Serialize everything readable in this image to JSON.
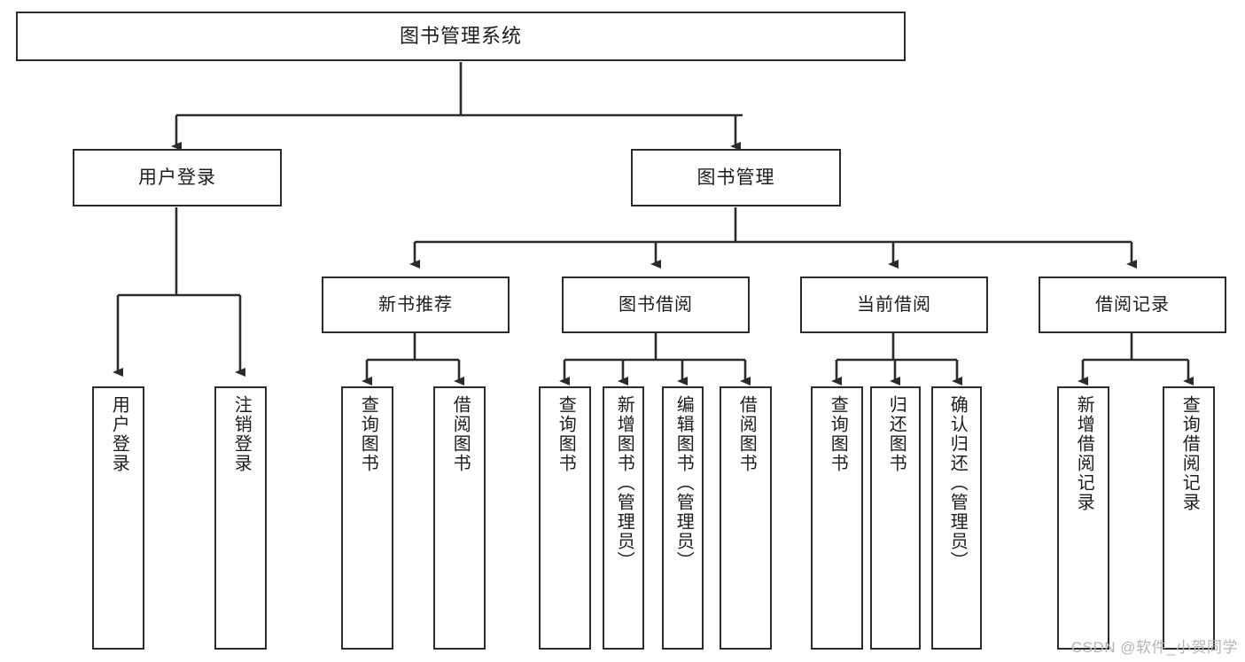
{
  "diagram": {
    "title": "图书管理系统",
    "type": "hierarchy-tree",
    "watermark": "CSDN @软件_小贺同学",
    "colors": {
      "border": "#2b2b2b",
      "background": "#ffffff",
      "text": "#1c1c1c",
      "connector": "#2b2b2b",
      "watermark": "#b4b4b4"
    }
  },
  "nodes": {
    "root": {
      "label": "图书管理系统"
    },
    "level1": [
      {
        "label": "用户登录"
      },
      {
        "label": "图书管理"
      }
    ],
    "level2": [
      {
        "label": "新书推荐"
      },
      {
        "label": "图书借阅"
      },
      {
        "label": "当前借阅"
      },
      {
        "label": "借阅记录"
      }
    ],
    "leaves": {
      "user_login": [
        {
          "label": "用户登录"
        },
        {
          "label": "注销登录"
        }
      ],
      "new_book_recommend": [
        {
          "label": "查询图书"
        },
        {
          "label": "借阅图书"
        }
      ],
      "book_borrow": [
        {
          "label": "查询图书"
        },
        {
          "label": "新增图书（管理员）"
        },
        {
          "label": "编辑图书（管理员）"
        },
        {
          "label": "借阅图书"
        }
      ],
      "current_borrow": [
        {
          "label": "查询图书"
        },
        {
          "label": "归还图书"
        },
        {
          "label": "确认归还（管理员）"
        }
      ],
      "borrow_record": [
        {
          "label": "新增借阅记录"
        },
        {
          "label": "查询借阅记录"
        }
      ]
    }
  }
}
